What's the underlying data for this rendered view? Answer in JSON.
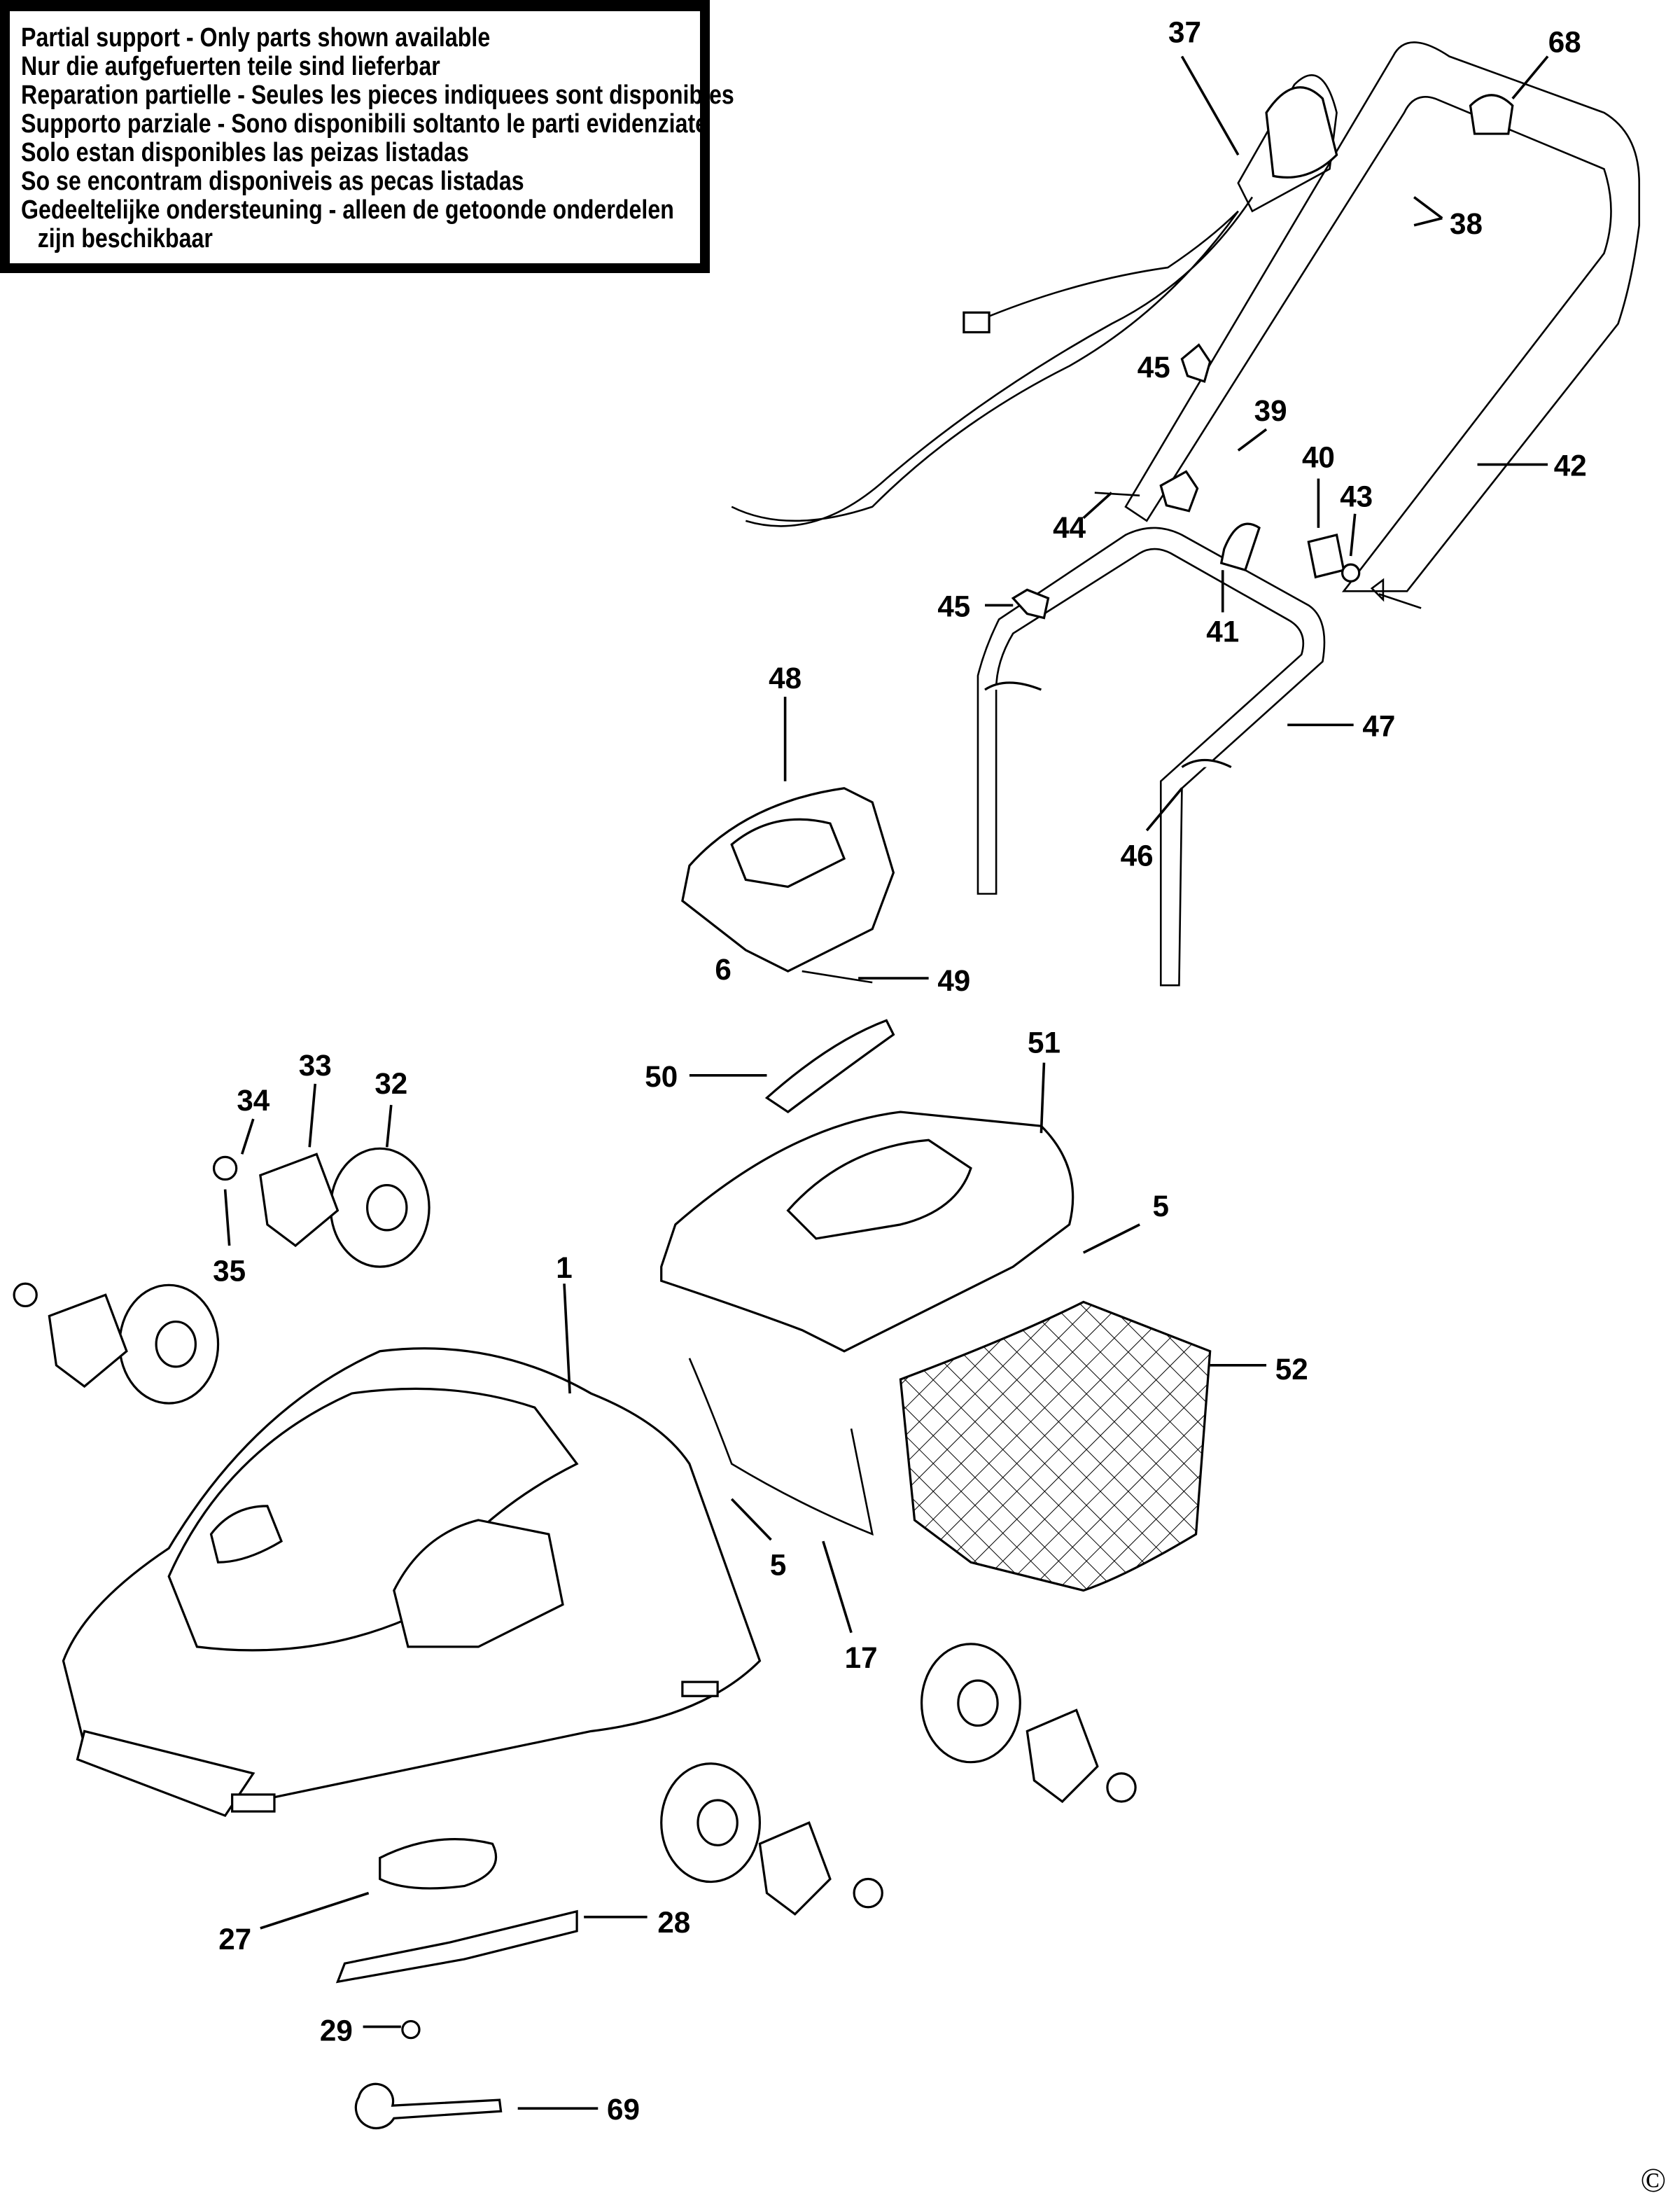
{
  "notice": {
    "lines": [
      "Partial support - Only parts shown available",
      "Nur die aufgefuerten teile sind lieferbar",
      "Reparation partielle - Seules les pieces indiquees sont disponibles",
      "Supporto parziale - Sono disponibili soltanto le parti evidenziate",
      "Solo estan disponibles las peizas listadas",
      "So se encontram disponiveis as pecas listadas",
      "Gedeeltelijke ondersteuning - alleen de getoonde onderdelen",
      "zijn beschikbaar"
    ]
  },
  "part_labels": [
    "37",
    "68",
    "38",
    "45",
    "39",
    "40",
    "42",
    "43",
    "44",
    "45",
    "41",
    "48",
    "47",
    "46",
    "6",
    "49",
    "50",
    "51",
    "33",
    "32",
    "34",
    "35",
    "5",
    "1",
    "52",
    "5",
    "17",
    "27",
    "28",
    "29",
    "69"
  ],
  "copyright_mark": "©"
}
